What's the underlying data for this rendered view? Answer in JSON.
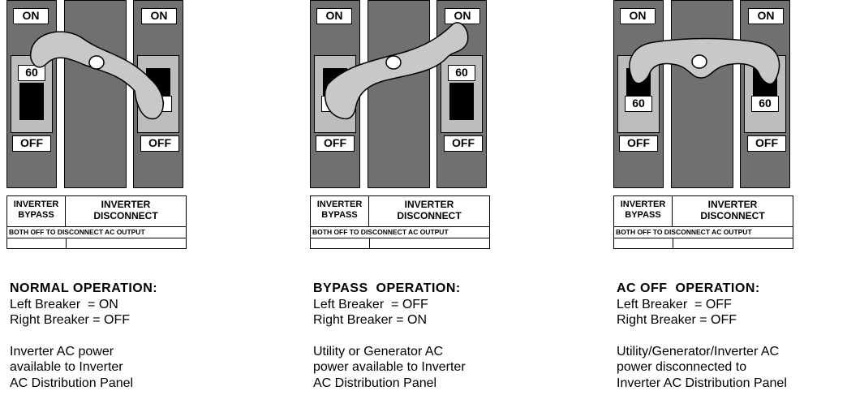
{
  "panels": [
    {
      "on_left": "ON",
      "on_right": "ON",
      "off_left": "OFF",
      "off_right": "OFF",
      "amp_left": "60",
      "amp_right": "60",
      "left_state": "ON",
      "right_state": "OFF",
      "label": {
        "bypass_top": "INVERTER",
        "bypass_bottom": "BYPASS",
        "disconnect_top": "INVERTER",
        "disconnect_bottom": "DISCONNECT",
        "note": "BOTH OFF TO DISCONNECT AC OUTPUT"
      },
      "title": "NORMAL OPERATION:",
      "left_line": "Left Breaker  = ON",
      "right_line": "Right Breaker = OFF",
      "desc": [
        "Inverter AC power",
        "available to Inverter",
        "AC Distribution Panel"
      ]
    },
    {
      "on_left": "ON",
      "on_right": "ON",
      "off_left": "OFF",
      "off_right": "OFF",
      "amp_left": "60",
      "amp_right": "60",
      "left_state": "OFF",
      "right_state": "ON",
      "label": {
        "bypass_top": "INVERTER",
        "bypass_bottom": "BYPASS",
        "disconnect_top": "INVERTER",
        "disconnect_bottom": "DISCONNECT",
        "note": "BOTH OFF TO DISCONNECT AC OUTPUT"
      },
      "title": "BYPASS  OPERATION:",
      "left_line": "Left Breaker  = OFF",
      "right_line": "Right Breaker = ON",
      "desc": [
        "Utility or Generator AC",
        "power available to Inverter",
        "AC Distribution Panel"
      ]
    },
    {
      "on_left": "ON",
      "on_right": "ON",
      "off_left": "OFF",
      "off_right": "OFF",
      "amp_left": "60",
      "amp_right": "60",
      "left_state": "OFF",
      "right_state": "OFF",
      "label": {
        "bypass_top": "INVERTER",
        "bypass_bottom": "BYPASS",
        "disconnect_top": "INVERTER",
        "disconnect_bottom": "DISCONNECT",
        "note": "BOTH OFF TO DISCONNECT AC OUTPUT"
      },
      "title": "AC OFF  OPERATION:",
      "left_line": "Left Breaker  = OFF",
      "right_line": "Right Breaker = OFF",
      "desc": [
        "Utility/Generator/Inverter AC",
        "power disconnected to",
        "Inverter AC Distribution Panel"
      ]
    }
  ],
  "colors": {
    "slab": "#707070",
    "plate": "#bdbdbd",
    "link": "#c8c8c8"
  }
}
